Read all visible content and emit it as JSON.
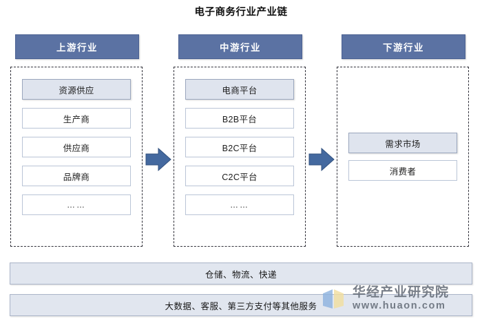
{
  "title": "电子商务行业产业链",
  "columns": [
    {
      "id": "upstream",
      "header": "上游行业",
      "nodes": [
        {
          "label": "资源供应",
          "highlight": true
        },
        {
          "label": "生产商",
          "highlight": false
        },
        {
          "label": "供应商",
          "highlight": false
        },
        {
          "label": "品牌商",
          "highlight": false
        },
        {
          "label": "……",
          "highlight": false
        }
      ]
    },
    {
      "id": "midstream",
      "header": "中游行业",
      "nodes": [
        {
          "label": "电商平台",
          "highlight": true
        },
        {
          "label": "B2B平台",
          "highlight": false
        },
        {
          "label": "B2C平台",
          "highlight": false
        },
        {
          "label": "C2C平台",
          "highlight": false
        },
        {
          "label": "……",
          "highlight": false
        }
      ]
    },
    {
      "id": "downstream",
      "header": "下游行业",
      "nodes": [
        {
          "label": "需求市场",
          "highlight": true
        },
        {
          "label": "消费者",
          "highlight": false
        }
      ]
    }
  ],
  "arrows": [
    {
      "name": "arrow-upstream-to-midstream",
      "icon": "right-arrow-icon"
    },
    {
      "name": "arrow-midstream-to-downstream",
      "icon": "right-arrow-icon"
    }
  ],
  "support_bars": [
    {
      "label": "仓储、物流、快递"
    },
    {
      "label": "大数据、客服、第三方支付等其他服务"
    }
  ],
  "watermark": {
    "company": "华经产业研究院",
    "url": "www.huaon.com",
    "logo_colors": {
      "blue": "#8fb4e0",
      "yellow": "#f2dfa0"
    }
  },
  "colors": {
    "header_fill": "#5b72a3",
    "header_text": "#ffffff",
    "node_fill": "#ffffff",
    "node_highlight_fill": "#dfe4ee",
    "node_border": "#b9c4d6",
    "dashed_border": "#2f2f38",
    "arrow_fill": "#44699f",
    "bar_fill": "#e1e6ef",
    "background": "#ffffff"
  }
}
